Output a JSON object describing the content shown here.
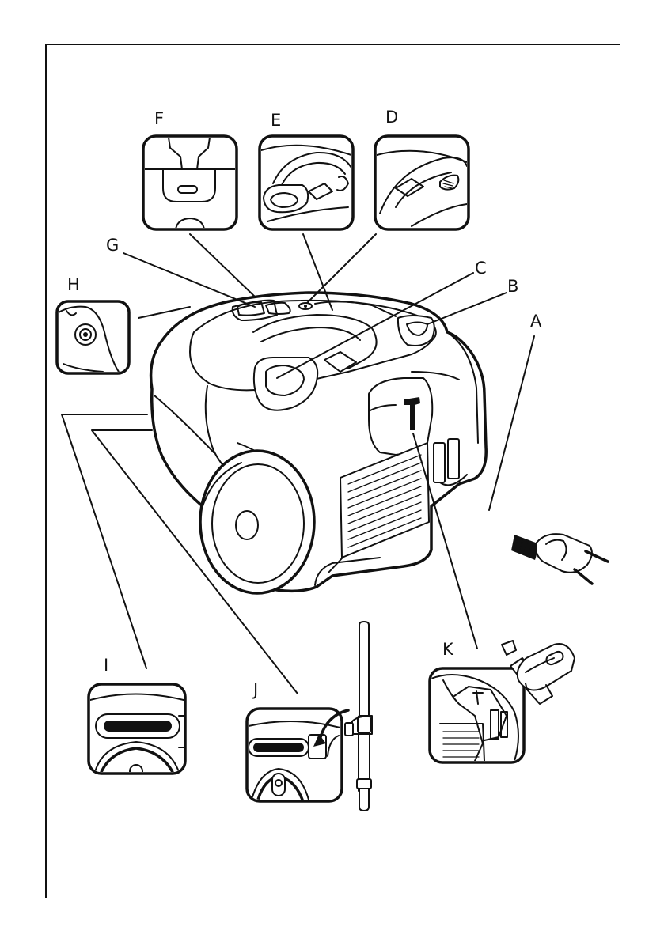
{
  "labels": {
    "A": "A",
    "B": "B",
    "C": "C",
    "D": "D",
    "E": "E",
    "F": "F",
    "G": "G",
    "H": "H",
    "I": "I",
    "J": "J",
    "K": "K"
  },
  "colors": {
    "ink": "#111111",
    "paper": "#ffffff"
  }
}
